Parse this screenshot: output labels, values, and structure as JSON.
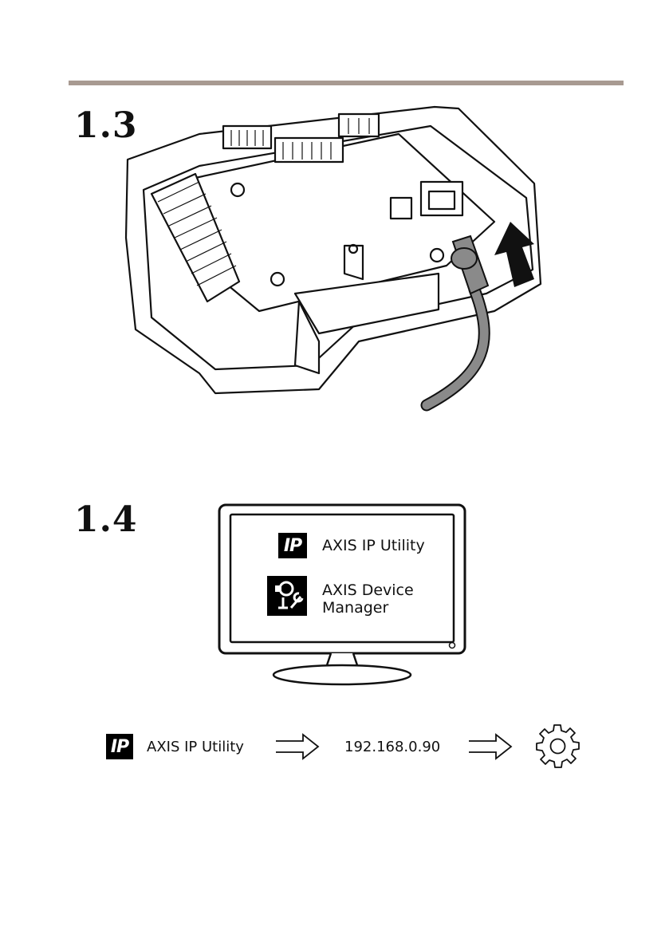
{
  "steps": {
    "s13": "1.3",
    "s14": "1.4"
  },
  "monitor": {
    "app1": "AXIS IP Utility",
    "app2_line1": "AXIS Device",
    "app2_line2": "Manager",
    "ip_logo": "IP"
  },
  "flow": {
    "app": "AXIS IP Utility",
    "ip_logo": "IP",
    "address": "192.168.0.90",
    "icons": [
      "ip-utility-logo",
      "arrow-right-icon",
      "arrow-right-icon",
      "gear-icon"
    ]
  }
}
